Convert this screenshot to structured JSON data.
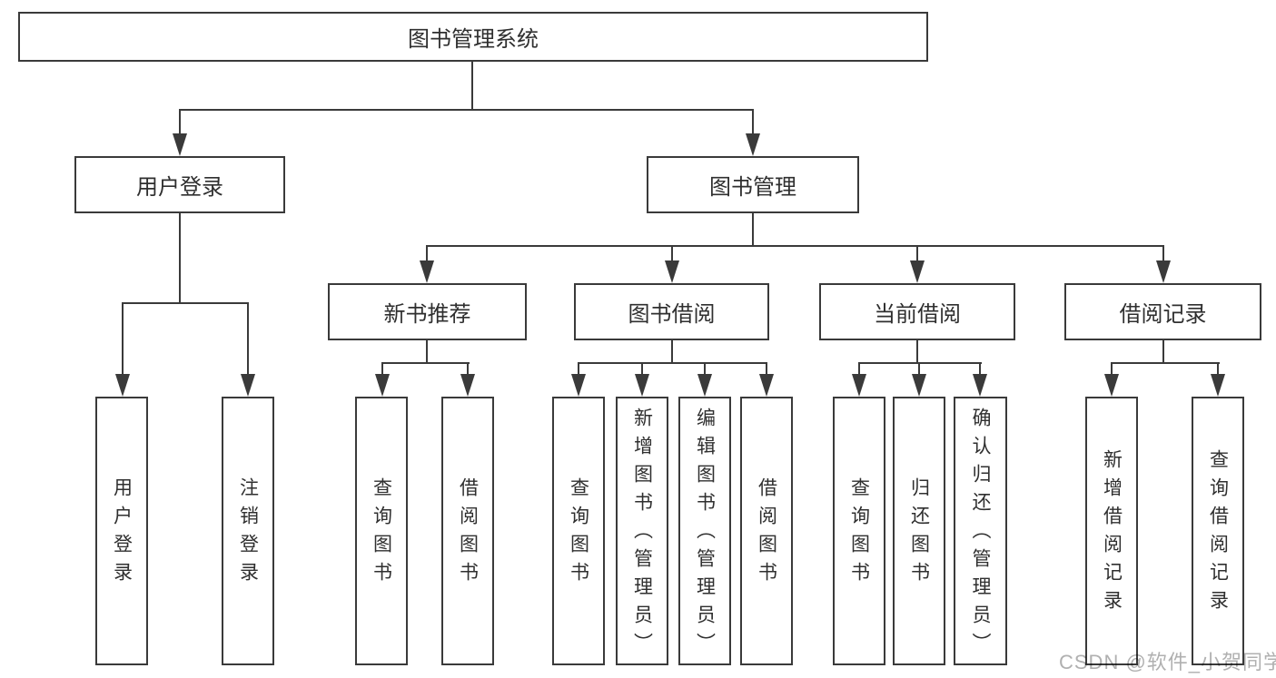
{
  "colors": {
    "line": "#3a3a3a",
    "text": "#2f2f2f",
    "background": "#ffffff",
    "watermark": "#b0b0b0"
  },
  "diagram": {
    "root": "图书管理系统",
    "branches": {
      "user_login": "用户登录",
      "book_management": "图书管理"
    },
    "modules": {
      "new_book_recommend": "新书推荐",
      "book_borrow": "图书借阅",
      "current_borrow": "当前借阅",
      "borrow_records": "借阅记录"
    },
    "leaves": {
      "user_login": [
        "用户登录",
        "注销登录"
      ],
      "new_book_recommend": [
        "查询图书",
        "借阅图书"
      ],
      "book_borrow": [
        "查询图书",
        "新增图书（管理员）",
        "编辑图书（管理员）",
        "借阅图书"
      ],
      "current_borrow": [
        "查询图书",
        "归还图书",
        "确认归还（管理员）"
      ],
      "borrow_records": [
        "新增借阅记录",
        "查询借阅记录"
      ]
    }
  },
  "watermark": "CSDN @软件_小贺同学"
}
